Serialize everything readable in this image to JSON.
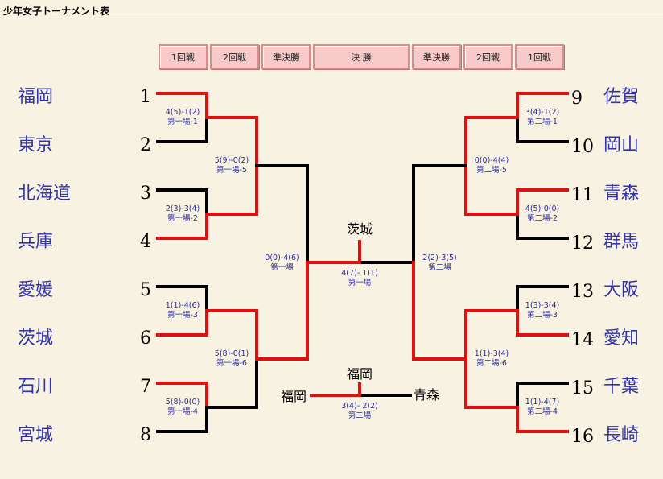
{
  "title": "少年女子トーナメント表",
  "rounds": [
    "1回戦",
    "2回戦",
    "準決勝",
    "決 勝",
    "準決勝",
    "2回戦",
    "1回戦"
  ],
  "left_teams": [
    {
      "seed": "1",
      "name": "福岡"
    },
    {
      "seed": "2",
      "name": "東京"
    },
    {
      "seed": "3",
      "name": "北海道"
    },
    {
      "seed": "4",
      "name": "兵庫"
    },
    {
      "seed": "5",
      "name": "愛媛"
    },
    {
      "seed": "6",
      "name": "茨城"
    },
    {
      "seed": "7",
      "name": "石川"
    },
    {
      "seed": "8",
      "name": "宮城"
    }
  ],
  "right_teams": [
    {
      "seed": "9",
      "name": "佐賀"
    },
    {
      "seed": "10",
      "name": "岡山"
    },
    {
      "seed": "11",
      "name": "青森"
    },
    {
      "seed": "12",
      "name": "群馬"
    },
    {
      "seed": "13",
      "name": "大阪"
    },
    {
      "seed": "14",
      "name": "愛知"
    },
    {
      "seed": "15",
      "name": "千葉"
    },
    {
      "seed": "16",
      "name": "長崎"
    }
  ],
  "scores": {
    "l_r1_1": {
      "score": "4(5)-1(2)",
      "venue": "第一場-1"
    },
    "l_r1_2": {
      "score": "2(3)-3(4)",
      "venue": "第一場-2"
    },
    "l_r1_3": {
      "score": "1(1)-4(6)",
      "venue": "第一場-3"
    },
    "l_r1_4": {
      "score": "5(8)-0(0)",
      "venue": "第一場-4"
    },
    "l_r2_1": {
      "score": "5(9)-0(2)",
      "venue": "第一場-5"
    },
    "l_r2_2": {
      "score": "5(8)-0(1)",
      "venue": "第一場-6"
    },
    "l_sf": {
      "score": "0(0)-4(6)",
      "venue": "第一場"
    },
    "r_r1_1": {
      "score": "3(4)-1(2)",
      "venue": "第二場-1"
    },
    "r_r1_2": {
      "score": "4(5)-0(0)",
      "venue": "第二場-2"
    },
    "r_r1_3": {
      "score": "1(3)-3(4)",
      "venue": "第二場-3"
    },
    "r_r1_4": {
      "score": "1(1)-4(7)",
      "venue": "第二場-4"
    },
    "r_r2_1": {
      "score": "0(0)-4(4)",
      "venue": "第二場-5"
    },
    "r_r2_2": {
      "score": "1(1)-3(4)",
      "venue": "第二場-6"
    },
    "r_sf": {
      "score": "2(2)-3(5)",
      "venue": "第二場"
    },
    "final": {
      "score": "4(7)- 1(1)",
      "venue": "第一場"
    },
    "third": {
      "score": "3(4)- 2(2)",
      "venue": "第二場"
    }
  },
  "champion": "茨城",
  "third_place": {
    "winner": "福岡",
    "left": "福岡",
    "right": "青森"
  },
  "colors": {
    "winner_line": "#e01010",
    "loser_line": "#000000",
    "team_text": "#3333aa",
    "score_text": "#2b2b9a"
  }
}
